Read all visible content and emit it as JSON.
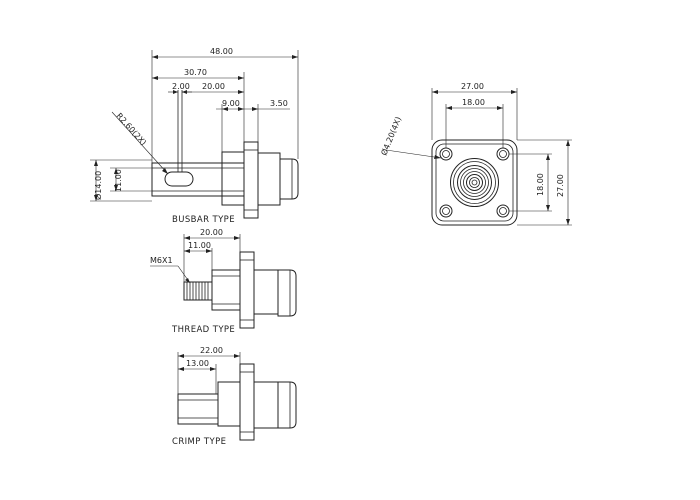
{
  "views": {
    "busbar": {
      "caption": "BUSBAR TYPE",
      "dims": {
        "overall": "48.00",
        "body": "30.70",
        "slot_w": "2.00",
        "slot_to_flange": "20.00",
        "flange_to_end": "9.00",
        "flange_t": "3.50",
        "radius": "R2.60(2X)",
        "dia_14": "Ø14.00",
        "width_11": "11.00"
      }
    },
    "thread": {
      "caption": "THREAD TYPE",
      "dims": {
        "total": "20.00",
        "thread_len": "11.00",
        "thread_spec": "M6X1"
      }
    },
    "crimp": {
      "caption": "CRIMP TYPE",
      "dims": {
        "total": "22.00",
        "barrel_len": "13.00"
      }
    },
    "front": {
      "dims": {
        "width_outer": "27.00",
        "width_inner": "18.00",
        "height_inner": "18.00",
        "height_outer": "27.00",
        "hole": "Ø4.20(4X)"
      }
    }
  }
}
